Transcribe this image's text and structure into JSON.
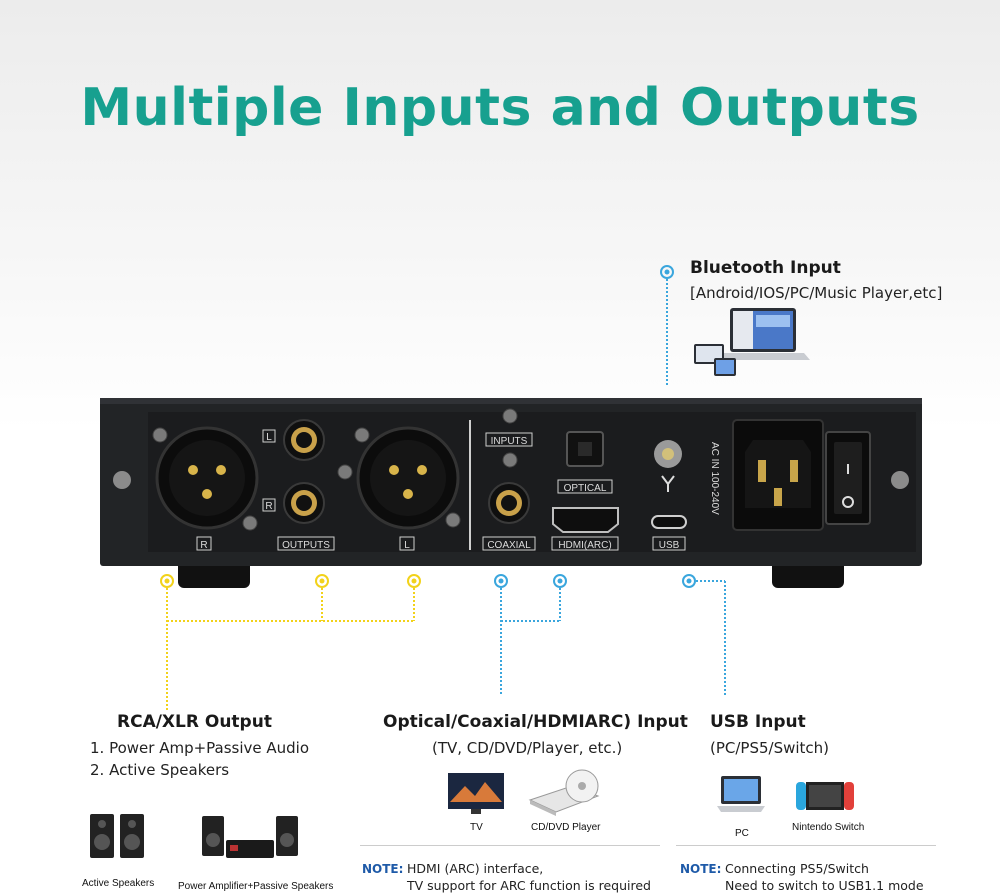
{
  "title": "Multiple Inputs and Outputs",
  "bluetooth": {
    "heading": "Bluetooth Input",
    "detail": "[Android/IOS/PC/Music Player,etc]"
  },
  "panel_labels": {
    "left": "L",
    "right": "R",
    "outputs": "OUTPUTS",
    "xlr_right": "R",
    "xlr_left": "L",
    "inputs": "INPUTS",
    "optical": "OPTICAL",
    "coaxial": "COAXIAL",
    "hdmi": "HDMI(ARC)",
    "usb": "USB",
    "ac": "AC IN 100-240V"
  },
  "rca_xlr": {
    "heading": "RCA/XLR Output",
    "items": [
      "1. Power Amp+Passive Audio",
      "2. Active Speakers"
    ],
    "devices": [
      "Active Speakers",
      "Power Amplifier+Passive Speakers"
    ]
  },
  "optical_group": {
    "heading": "Optical/Coaxial/HDMIARC) Input",
    "sub": "(TV, CD/DVD/Player, etc.)",
    "devices": [
      "TV",
      "CD/DVD Player"
    ],
    "note_key": "NOTE:",
    "note_lines": [
      "HDMI (ARC) interface,",
      "TV support for ARC function is required"
    ]
  },
  "usb_group": {
    "heading": "USB Input",
    "sub": "(PC/PS5/Switch)",
    "devices": [
      "PC",
      "Nintendo Switch"
    ],
    "note_key": "NOTE:",
    "note_lines": [
      "Connecting PS5/Switch",
      "Need to switch to USB1.1 mode"
    ]
  },
  "colors": {
    "title": "#17a08f",
    "yellow_line": "#f2d21a",
    "blue_line": "#3aa6dd",
    "note_key": "#1e5aa8",
    "chassis": "#1c1d1f"
  }
}
